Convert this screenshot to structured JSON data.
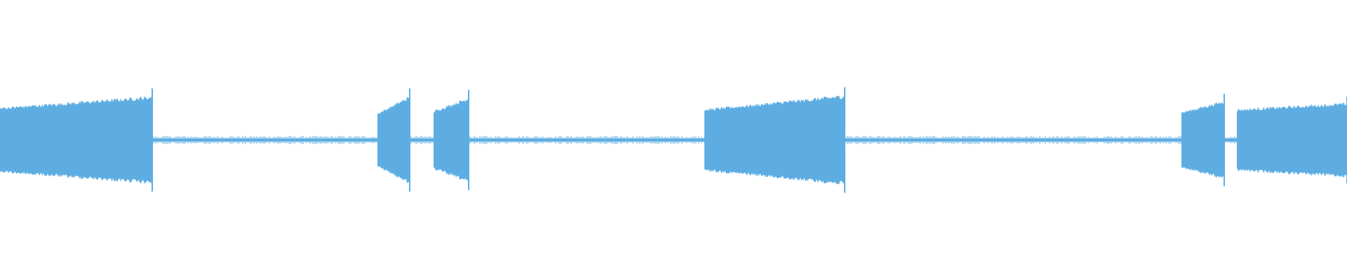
{
  "waveform": {
    "color": "#5dade2",
    "background": "#ffffff",
    "baseline_amplitude": 0.03,
    "segments": [
      {
        "start": 0.0,
        "end": 0.113,
        "amp_start": 0.58,
        "amp_end": 0.78,
        "label": ""
      },
      {
        "start": 0.28,
        "end": 0.304,
        "amp_start": 0.48,
        "amp_end": 0.78,
        "label": ""
      },
      {
        "start": 0.322,
        "end": 0.348,
        "amp_start": 0.52,
        "amp_end": 0.76,
        "label": ""
      },
      {
        "start": 0.523,
        "end": 0.627,
        "amp_start": 0.55,
        "amp_end": 0.8,
        "label": ""
      },
      {
        "start": 0.877,
        "end": 0.909,
        "amp_start": 0.5,
        "amp_end": 0.7,
        "label": ""
      },
      {
        "start": 0.918,
        "end": 1.0,
        "amp_start": 0.55,
        "amp_end": 0.66,
        "label": ""
      }
    ]
  }
}
